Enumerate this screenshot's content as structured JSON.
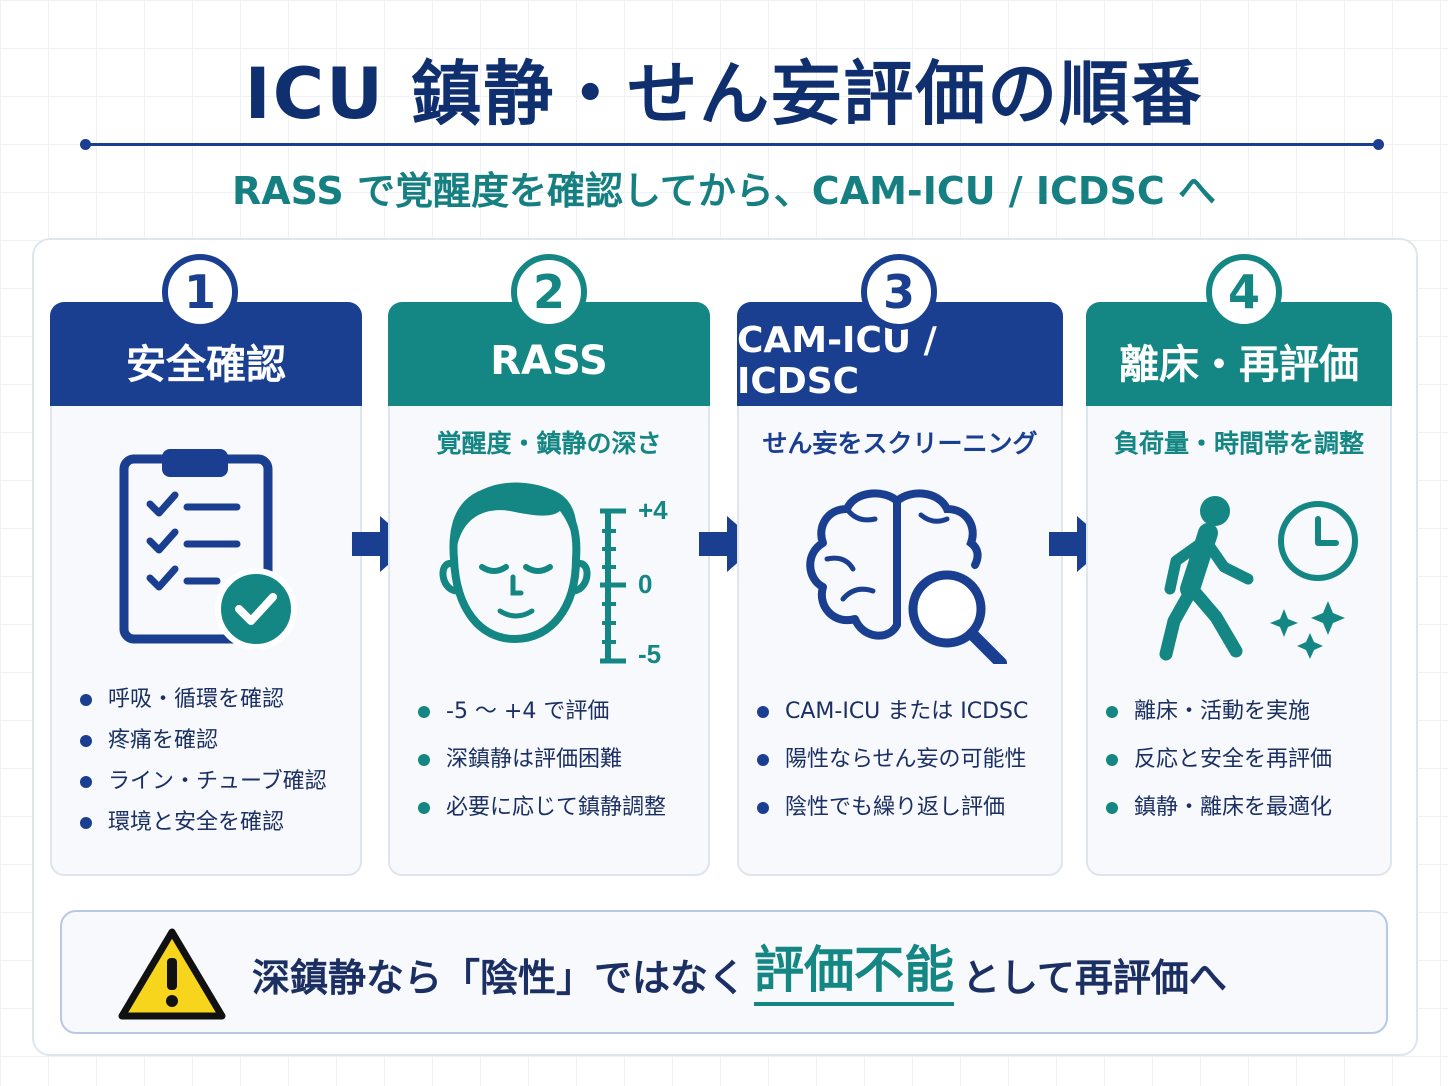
{
  "header": {
    "title": "ICU 鎮静・せん妄評価の順番",
    "subtitle": "RASS で覚醒度を確認してから、CAM-ICU / ICDSC へ"
  },
  "colors": {
    "navy": "#1a3f91",
    "teal": "#148784",
    "warning": "#f7d51d"
  },
  "steps": [
    {
      "number": "1",
      "title": "安全確認",
      "subtitle": "",
      "icon": "clipboard-check-icon",
      "bullets": [
        "呼吸・循環を確認",
        "疼痛を確認",
        "ライン・チューブ確認",
        "環境と安全を確認"
      ]
    },
    {
      "number": "2",
      "title": "RASS",
      "subtitle": "覚醒度・鎮静の深さ",
      "icon": "face-scale-icon",
      "scale": {
        "top": "+4",
        "mid": "0",
        "bottom": "-5"
      },
      "bullets": [
        "-5 〜 +4 で評価",
        "深鎮静は評価困難",
        "必要に応じて鎮静調整"
      ]
    },
    {
      "number": "3",
      "title": "CAM-ICU / ICDSC",
      "subtitle": "せん妄をスクリーニング",
      "icon": "brain-magnifier-icon",
      "bullets": [
        "CAM-ICU または ICDSC",
        "陽性ならせん妄の可能性",
        "陰性でも繰り返し評価"
      ]
    },
    {
      "number": "4",
      "title": "離床・再評価",
      "subtitle": "負荷量・時間帯を調整",
      "icon": "walking-clock-icon",
      "bullets": [
        "離床・活動を実施",
        "反応と安全を再評価",
        "鎮静・離床を最適化"
      ]
    }
  ],
  "warning": {
    "icon": "warning-icon",
    "text_before": "深鎮静なら「陰性」ではなく",
    "emphasis": "評価不能",
    "text_after": "として再評価へ"
  }
}
